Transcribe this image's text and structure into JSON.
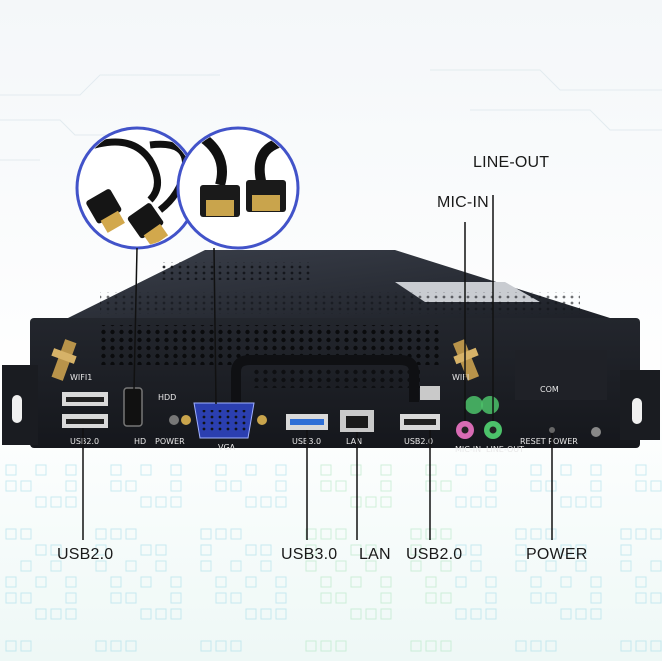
{
  "callouts": {
    "line_out": "LINE-OUT",
    "mic_in": "MIC-IN",
    "usb2_left": "USB2.0",
    "usb3": "USB3.0",
    "lan": "LAN",
    "usb2_right": "USB2.0",
    "power": "POWER"
  },
  "panel_labels": {
    "wifi_left": "WIFI1",
    "wifi_right": "WIFI",
    "hdd": "HDD",
    "power": "POWER",
    "hd": "HD",
    "usb2_left": "USB2.0",
    "vga": "VGA",
    "usb3": "USB3.0",
    "lan": "LAN",
    "usb2_right": "USB2.0",
    "com": "COM",
    "mic_in": "MIC-IN",
    "line_out": "LINE-OUT",
    "reset_power": "RESET POWER"
  },
  "colors": {
    "chassis": "#1c1f26",
    "chassis_top": "#2a2e38",
    "vga_blue": "#2b3fb0",
    "usb3_blue": "#2f6fd6",
    "mic_pink": "#d86bb4",
    "line_green": "#4cc26a",
    "accent_dot_grid": "#9ad7e6"
  }
}
